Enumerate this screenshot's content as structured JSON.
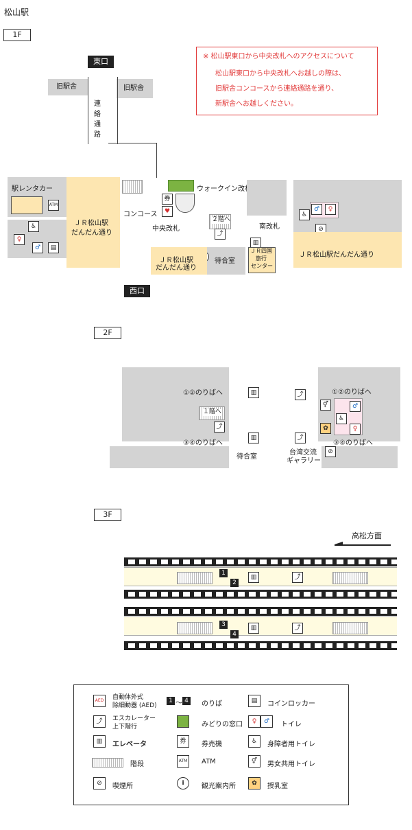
{
  "station_title": "松山駅",
  "floors": {
    "f1": "1F",
    "f2": "2F",
    "f3": "3F"
  },
  "exits": {
    "east": "東口",
    "west": "西口"
  },
  "notice": {
    "title": "※ 松山駅東口から中央改札へのアクセスについて",
    "line1": "松山駅東口から中央改札へお越しの際は、",
    "line2": "旧駅舎コンコースから連絡通路を通り、",
    "line3": "新駅舎へお越しください。"
  },
  "f1": {
    "old_building_left": "旧駅舎",
    "old_building_right": "旧駅舎",
    "connector": [
      "連",
      "絡",
      "通",
      "路"
    ],
    "rental_car": "駅レンタカー",
    "jr_shop_left": [
      "ＪＲ松山駅",
      "だんだん通り"
    ],
    "concourse": "コンコース",
    "central_gate": "中央改札",
    "walkin_gate": "ウォークイン改札",
    "to_2f": "２階へ",
    "south_gate": "南改札",
    "waiting_room": "待合室",
    "jr_shop_center": [
      "ＪＲ松山駅",
      "だんだん通り"
    ],
    "travel_center": [
      "ＪＲ四国",
      "旅行",
      "センター"
    ],
    "jr_shop_right": "ＪＲ松山駅だんだん通り"
  },
  "f2": {
    "to_platform_12_left": "①②のりばへ",
    "to_platform_34_left": "③④のりばへ",
    "to_1f": "１階へ",
    "to_platform_12_right": "①②のりばへ",
    "to_platform_34_right": "③④のりばへ",
    "waiting_room": "待合室",
    "gallery": [
      "台湾交流",
      "ギャラリー"
    ]
  },
  "f3": {
    "direction": "高松方面",
    "platforms": [
      "1",
      "2",
      "3",
      "4"
    ]
  },
  "legend": {
    "aed": [
      "自動体外式",
      "除細動器 (AED)"
    ],
    "platforms": "のりば",
    "platform_range_from": "1",
    "platform_range_sep": "～",
    "platform_range_to": "4",
    "coin_locker": "コインロッカー",
    "escalator": [
      "エスカレーター",
      "上下階行"
    ],
    "midori": "みどりの窓口",
    "toilet": "トイレ",
    "elevator": "エレベータ",
    "ticket_machine": "券売機",
    "accessible_toilet": "身障者用トイレ",
    "stairs": "階段",
    "atm": "ATM",
    "unisex_toilet": "男女共用トイレ",
    "smoking": "喫煙所",
    "info": "観光案内所",
    "nursing": "授乳室"
  },
  "icon_text": {
    "atm": "ATM",
    "info": "i",
    "aed": "AED"
  },
  "colors": {
    "shop": "#fde6b1",
    "gray": "#d3d3d3",
    "notice": "#e23b3b",
    "midori": "#7cb342"
  }
}
